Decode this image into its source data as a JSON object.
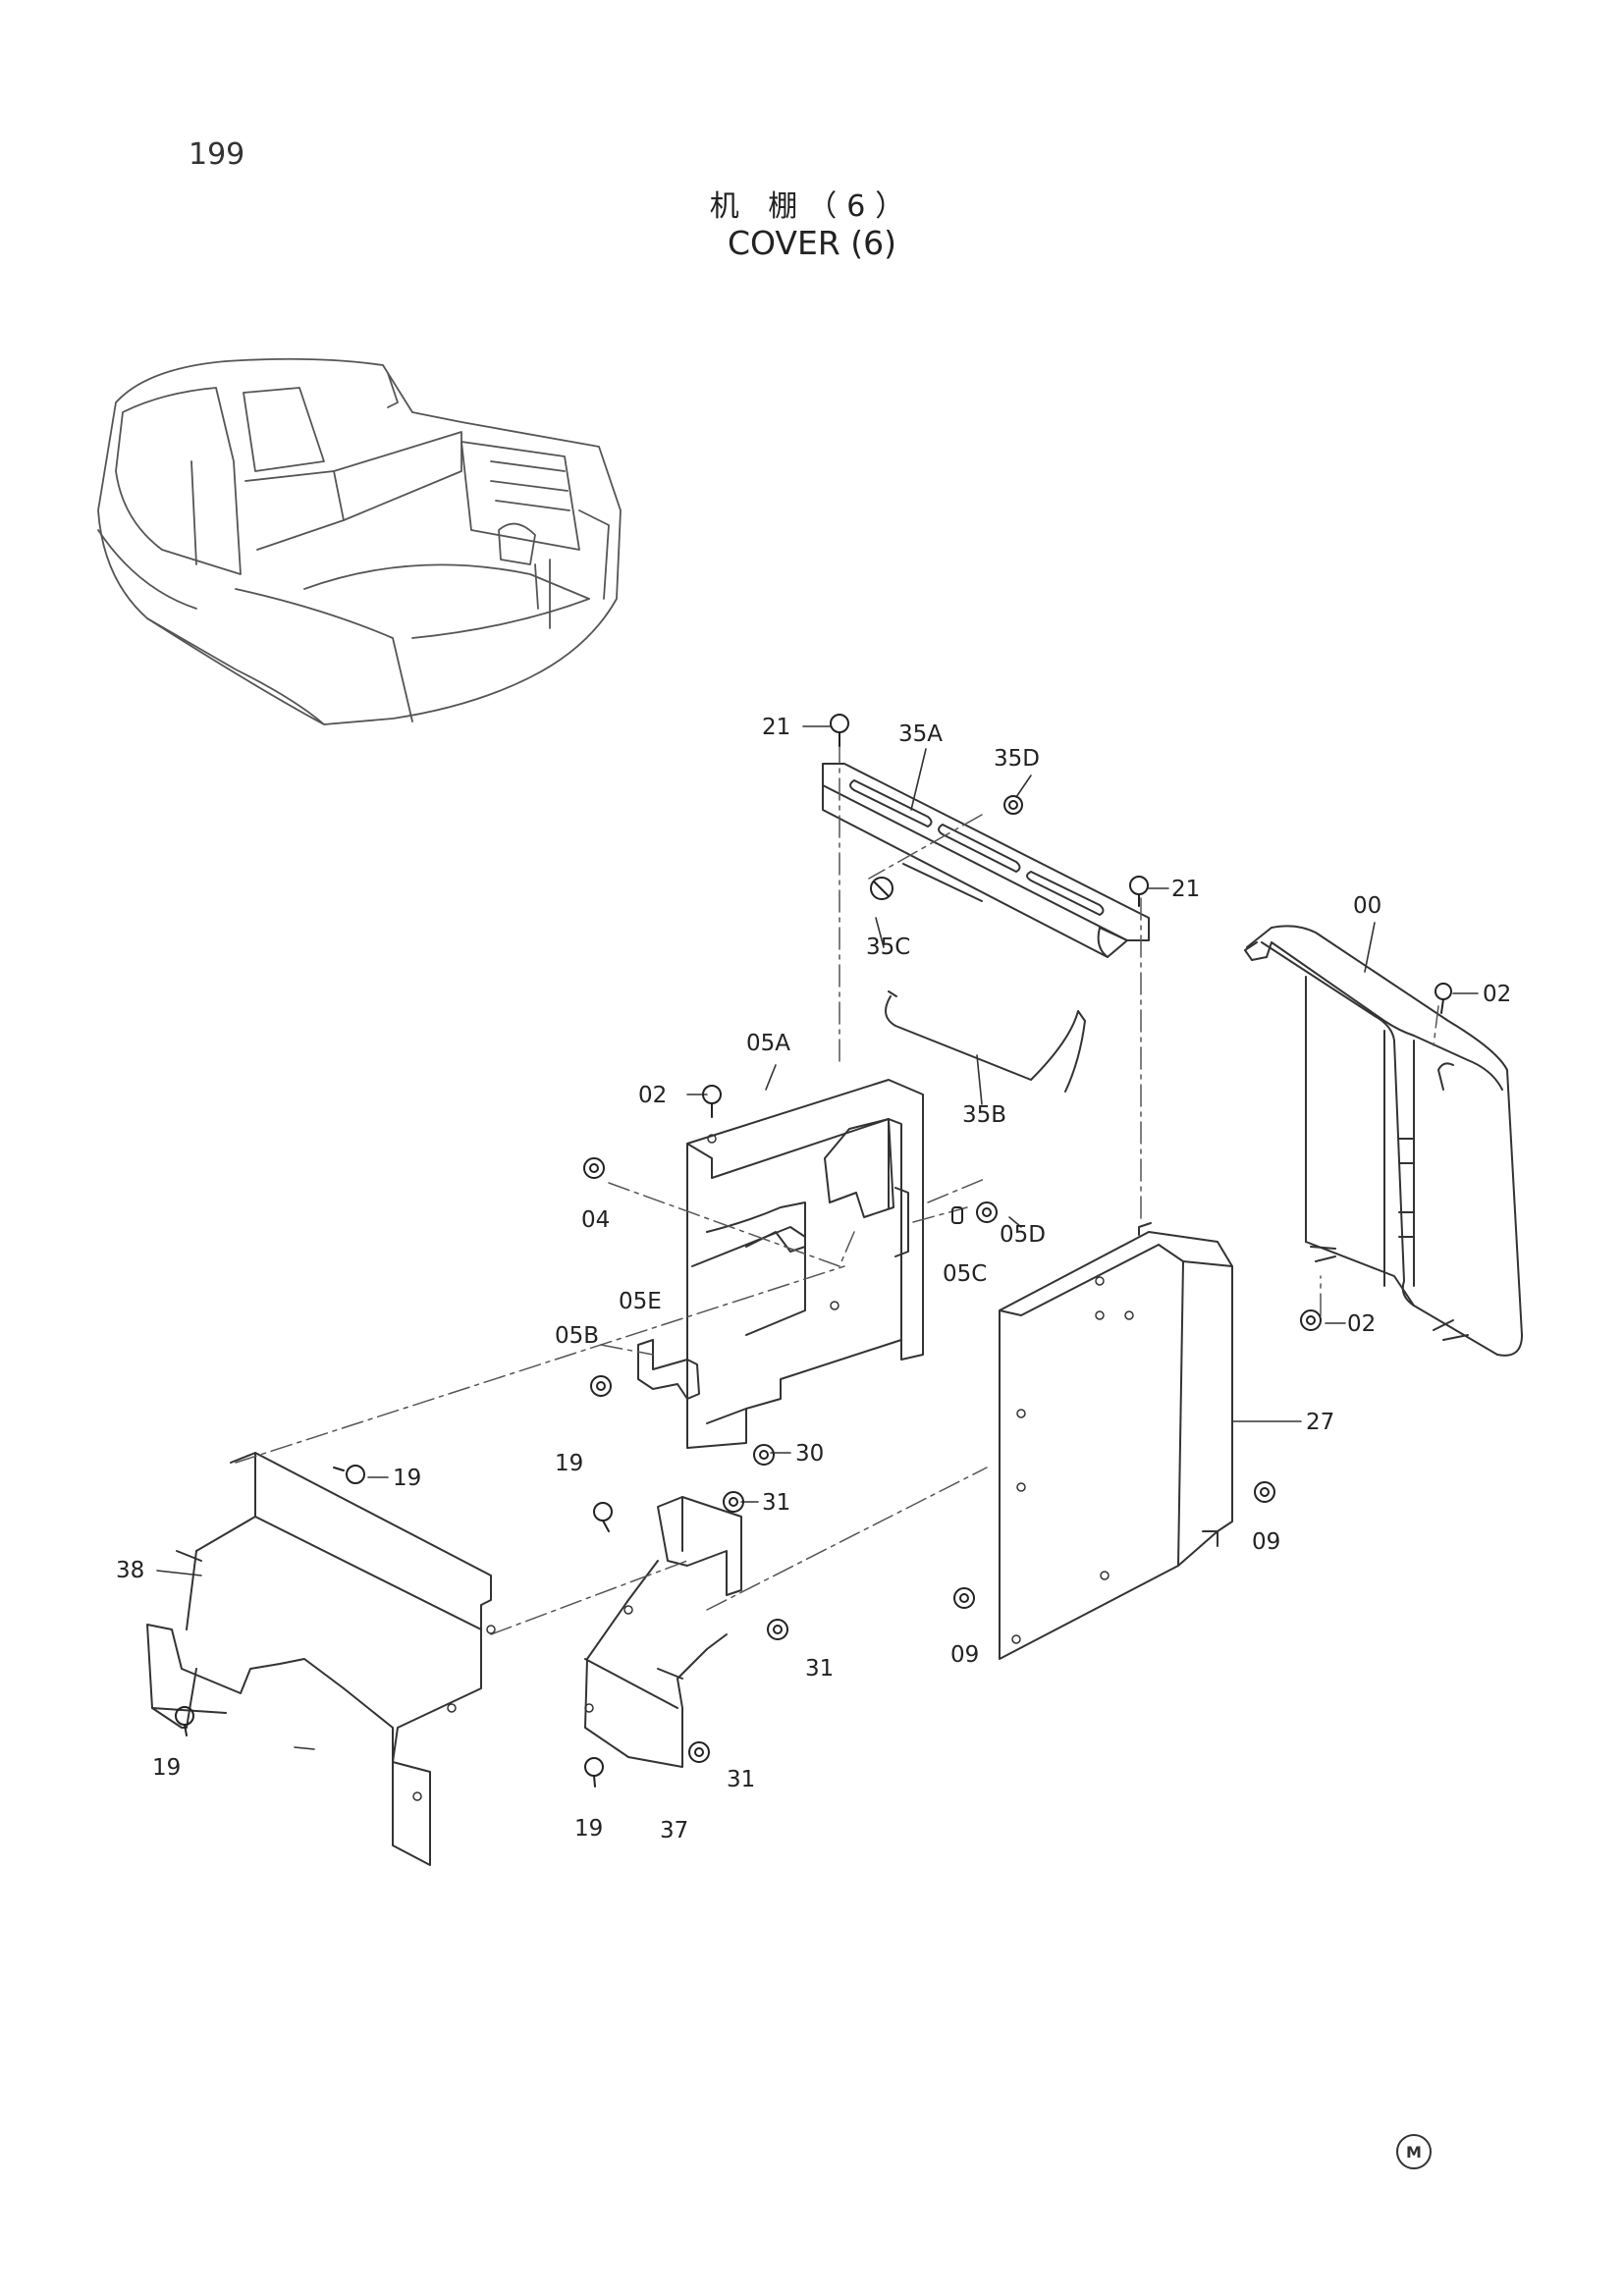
{
  "page": {
    "number": "199",
    "corner_mark": "M"
  },
  "title": {
    "cn": "机 棚（6）",
    "en": "COVER (6)"
  },
  "labels": {
    "l21a": "21",
    "l35a": "35A",
    "l35d": "35D",
    "l21b": "21",
    "l00": "00",
    "l02a": "02",
    "l35c": "35C",
    "l05a": "05A",
    "l02b": "02",
    "l35b": "35B",
    "l04": "04",
    "l05d": "05D",
    "l05c": "05C",
    "l05e": "05E",
    "l05b": "05B",
    "l02c": "02",
    "l27": "27",
    "l30": "30",
    "l19a": "19",
    "l19b": "19",
    "l31a": "31",
    "l38": "38",
    "l09a": "09",
    "l09b": "09",
    "l31b": "31",
    "l19c": "19",
    "l31c": "31",
    "l19d": "19",
    "l37": "37"
  }
}
